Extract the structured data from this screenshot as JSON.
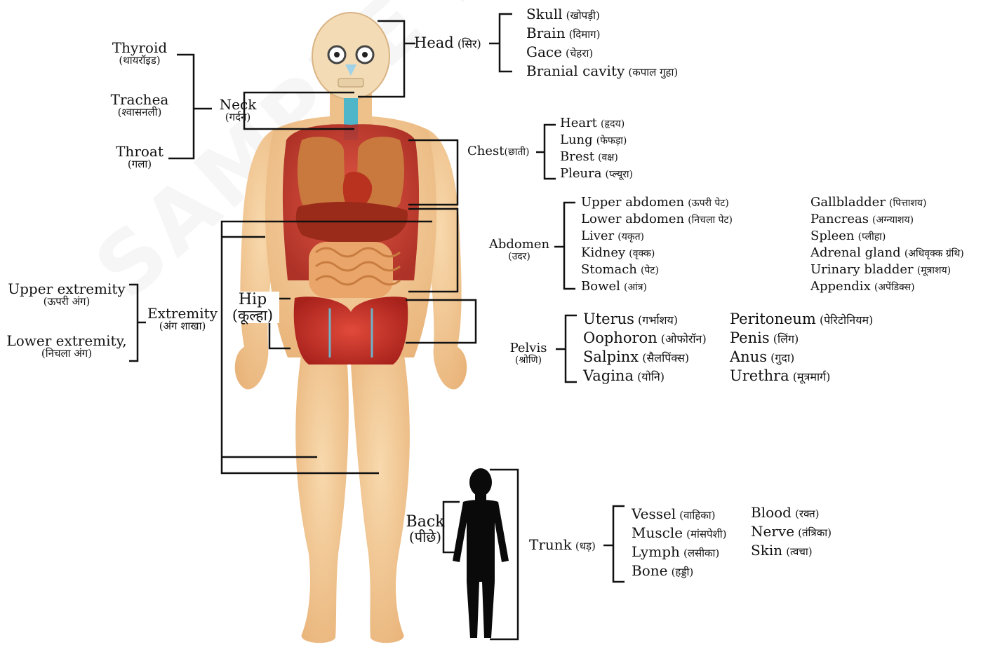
{
  "watermark": "SAMPLE FROM BILINGUAL",
  "head": {
    "label": {
      "en": "Head",
      "hi": "(सिर)"
    },
    "items": [
      {
        "en": "Skull",
        "hi": "(खोपड़ी)"
      },
      {
        "en": "Brain",
        "hi": "(दिमाग)"
      },
      {
        "en": "Gace",
        "hi": "(चेहरा)"
      },
      {
        "en": "Branial cavity",
        "hi": "(कपाल गुहा)"
      }
    ]
  },
  "neck": {
    "label": {
      "en": "Neck",
      "hi": "(गर्दन)"
    },
    "items": [
      {
        "en": "Thyroid",
        "hi": "(थायरॉइड)"
      },
      {
        "en": "Trachea",
        "hi": "(श्वासनली)"
      },
      {
        "en": "Throat",
        "hi": "(गला)"
      }
    ]
  },
  "chest": {
    "label": {
      "en": "Chest",
      "hi": "(छाती)"
    },
    "items": [
      {
        "en": "Heart",
        "hi": "(हृदय)"
      },
      {
        "en": "Lung",
        "hi": "(फेफड़ा)"
      },
      {
        "en": "Brest",
        "hi": "(वक्ष)"
      },
      {
        "en": "Pleura",
        "hi": "(प्ल्यूरा)"
      }
    ]
  },
  "abdomen": {
    "label": {
      "en": "Abdomen",
      "hi": "(उदर)"
    },
    "col1": [
      {
        "en": "Upper abdomen",
        "hi": "(ऊपरी पेट)"
      },
      {
        "en": "Lower abdomen",
        "hi": "(निचला पेट)"
      },
      {
        "en": "Liver",
        "hi": "(यकृत)"
      },
      {
        "en": "Kidney",
        "hi": "(वृक्क)"
      },
      {
        "en": "Stomach",
        "hi": "(पेट)"
      },
      {
        "en": "Bowel",
        "hi": "(आंत्र)"
      }
    ],
    "col2": [
      {
        "en": "Gallbladder",
        "hi": "(पित्ताशय)"
      },
      {
        "en": "Pancreas",
        "hi": "(अग्न्याशय)"
      },
      {
        "en": "Spleen",
        "hi": "(प्लीहा)"
      },
      {
        "en": "Adrenal gland",
        "hi": "(अधिवृक्क ग्रंथि)"
      },
      {
        "en": "Urinary bladder",
        "hi": "(मूत्राशय)"
      },
      {
        "en": "Appendix",
        "hi": "(अपेंडिक्स)"
      }
    ]
  },
  "pelvis": {
    "label": {
      "en": "Pelvis",
      "hi": "(श्रोणि)"
    },
    "col1": [
      {
        "en": "Uterus",
        "hi": "(गर्भाशय)"
      },
      {
        "en": "Oophoron",
        "hi": "(ओफोरॉन)"
      },
      {
        "en": "Salpinx",
        "hi": "(सैलपिंक्स)"
      },
      {
        "en": "Vagina",
        "hi": "(योनि)"
      }
    ],
    "col2": [
      {
        "en": "Peritoneum",
        "hi": "(पेरिटोनियम)"
      },
      {
        "en": "Penis",
        "hi": "(लिंग)"
      },
      {
        "en": "Anus",
        "hi": "(गुदा)"
      },
      {
        "en": "Urethra",
        "hi": "(मूत्रमार्ग)"
      }
    ]
  },
  "hip": {
    "en": "Hip",
    "hi": "(कूल्हा)"
  },
  "extremity": {
    "label": {
      "en": "Extremity",
      "hi": "(अंग शाखा)"
    },
    "items": [
      {
        "en": "Upper extremity",
        "hi": "(ऊपरी अंग)"
      },
      {
        "en": "Lower extremity,",
        "hi": "(निचला अंग)"
      }
    ]
  },
  "back": {
    "en": "Back",
    "hi": "(पीछे)"
  },
  "trunk": {
    "label": {
      "en": "Trunk",
      "hi": "(धड़)"
    },
    "col1": [
      {
        "en": "Vessel",
        "hi": "(वाहिका)"
      },
      {
        "en": "Muscle",
        "hi": "(मांसपेशी)"
      },
      {
        "en": "Lymph",
        "hi": "(लसीका)"
      },
      {
        "en": "Bone",
        "hi": "(हड्डी)"
      }
    ],
    "col2": [
      {
        "en": "Blood",
        "hi": "(रक्त)"
      },
      {
        "en": "Nerve",
        "hi": "(तंत्रिका)"
      },
      {
        "en": "Skin",
        "hi": "(त्वचा)"
      }
    ]
  },
  "colors": {
    "skin": "#f2c792",
    "skin_shade": "#e3a96b",
    "organ": "#c9322a",
    "lung": "#c87a3e",
    "intestine": "#e9a56a",
    "silhouette": "#0a0a0a",
    "line": "#111111"
  }
}
